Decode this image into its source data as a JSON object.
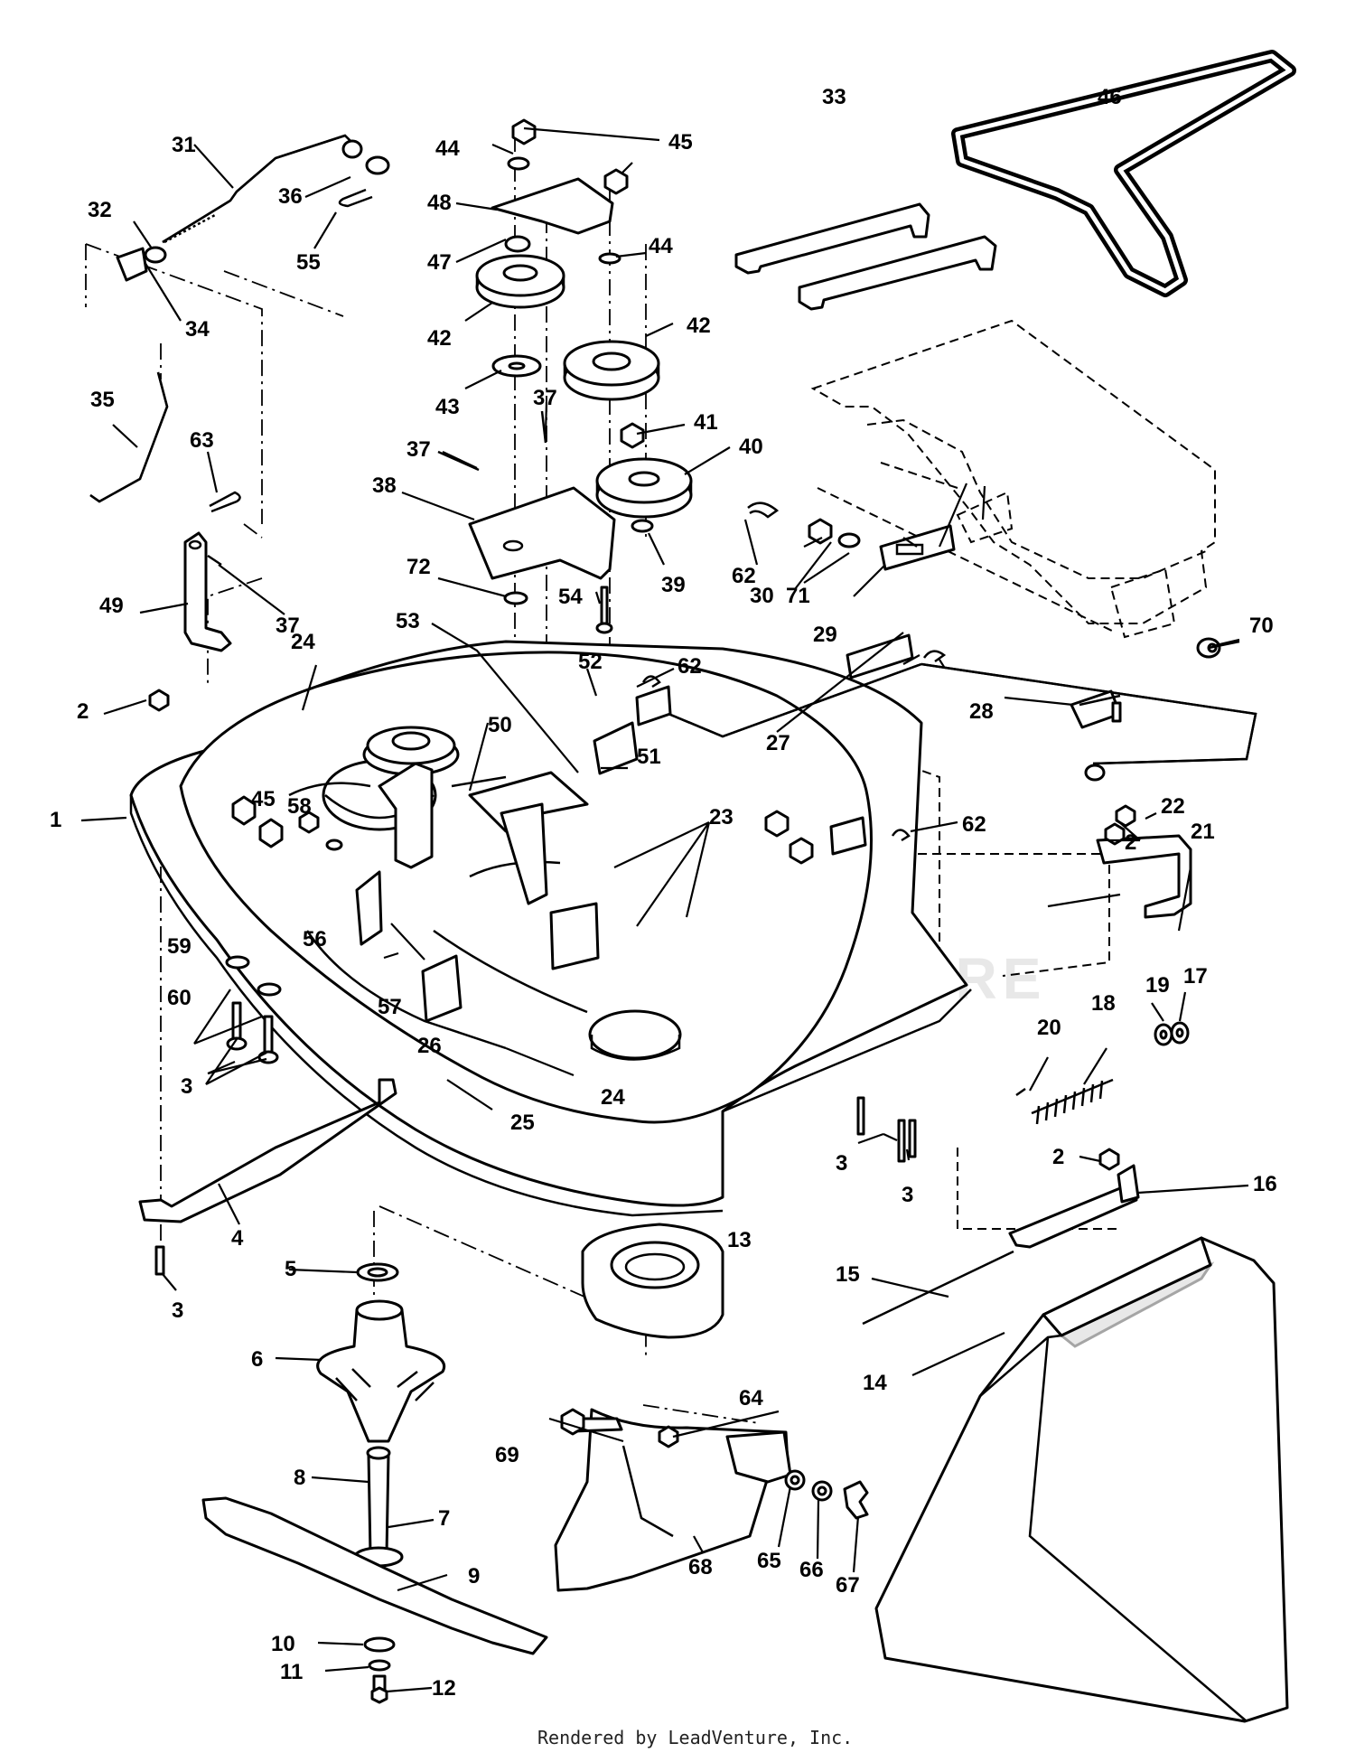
{
  "callouts": {
    "c1": "1",
    "c2": "2",
    "c3": "3",
    "c4": "4",
    "c5": "5",
    "c6": "6",
    "c7": "7",
    "c8": "8",
    "c9": "9",
    "c10": "10",
    "c11": "11",
    "c12": "12",
    "c13": "13",
    "c14": "14",
    "c15": "15",
    "c16": "16",
    "c17": "17",
    "c18": "18",
    "c19": "19",
    "c20": "20",
    "c21": "21",
    "c22": "22",
    "c23": "23",
    "c24": "24",
    "c25": "25",
    "c26": "26",
    "c27": "27",
    "c28": "28",
    "c29": "29",
    "c30": "30",
    "c31": "31",
    "c32": "32",
    "c33": "33",
    "c34": "34",
    "c35": "35",
    "c36": "36",
    "c37": "37",
    "c38": "38",
    "c39": "39",
    "c40": "40",
    "c41": "41",
    "c42": "42",
    "c43": "43",
    "c44": "44",
    "c45": "45",
    "c46": "46",
    "c47": "47",
    "c48": "48",
    "c49": "49",
    "c50": "50",
    "c51": "51",
    "c52": "52",
    "c53": "53",
    "c54": "54",
    "c55": "55",
    "c56": "56",
    "c57": "57",
    "c58": "58",
    "c59": "59",
    "c60": "60",
    "c62": "62",
    "c63": "63",
    "c64": "64",
    "c65": "65",
    "c66": "66",
    "c67": "67",
    "c68": "68",
    "c69": "69",
    "c70": "70",
    "c71": "71",
    "c72": "72"
  },
  "watermark": "POWERVENTURE",
  "credit": "Rendered by LeadVenture, Inc."
}
